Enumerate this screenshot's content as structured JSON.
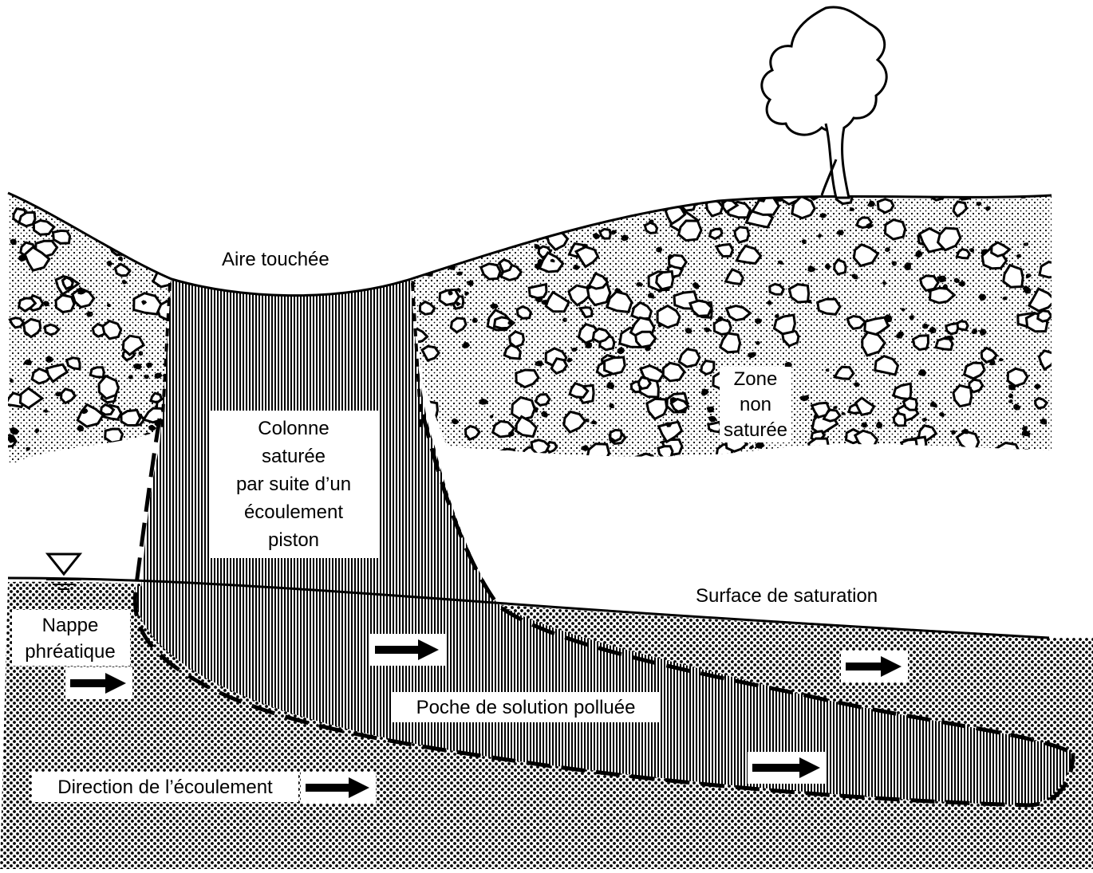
{
  "labels": {
    "affected_area": "Aire touchée",
    "unsaturated_zone": [
      "Zone",
      "non",
      "saturée"
    ],
    "saturated_column": [
      "Colonne",
      "saturée",
      "par suite d’un",
      "écoulement",
      "piston"
    ],
    "saturation_surface": "Surface de saturation",
    "water_table": [
      "Nappe",
      "phréatique"
    ],
    "polluted_pocket": "Poche de solution polluée",
    "flow_direction": "Direction de l’écoulement"
  },
  "icons": [
    "tree-icon",
    "water-table-triangle-icon",
    "flow-arrow-icon"
  ],
  "colors": {
    "ink": "#000000",
    "paper": "#ffffff"
  }
}
